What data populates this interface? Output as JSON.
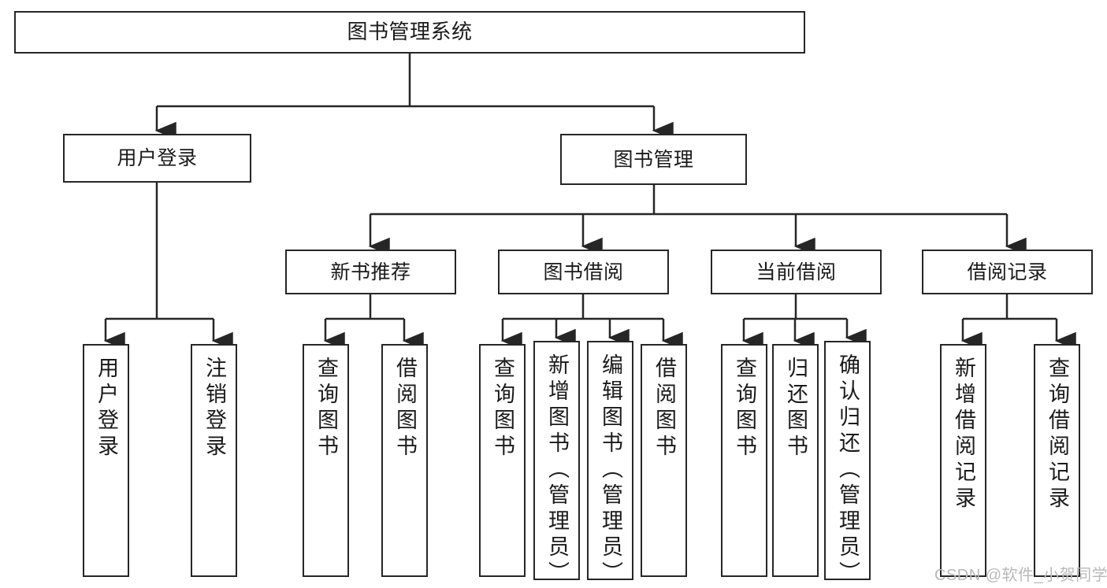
{
  "diagram": {
    "type": "tree",
    "title": "图书管理系统",
    "watermark": "CSDN @软件_小贺同学",
    "colors": {
      "stroke": "#262626",
      "fill": "#ffffff",
      "text": "#1a1a1a",
      "watermark": "#b9b9b9"
    },
    "root": {
      "label": "图书管理系统"
    },
    "level2": [
      {
        "label": "用户登录"
      },
      {
        "label": "图书管理"
      }
    ],
    "level3": [
      {
        "label": "新书推荐"
      },
      {
        "label": "图书借阅"
      },
      {
        "label": "当前借阅"
      },
      {
        "label": "借阅记录"
      }
    ],
    "leaves": {
      "user_login": [
        {
          "label": "用户登录"
        },
        {
          "label": "注销登录"
        }
      ],
      "new_book_recommend": [
        {
          "label": "查询图书"
        },
        {
          "label": "借阅图书"
        }
      ],
      "book_borrow": [
        {
          "label": "查询图书"
        },
        {
          "label": "新增图书（管理员）"
        },
        {
          "label": "编辑图书（管理员）"
        },
        {
          "label": "借阅图书"
        }
      ],
      "current_borrow": [
        {
          "label": "查询图书"
        },
        {
          "label": "归还图书"
        },
        {
          "label": "确认归还（管理员）"
        }
      ],
      "borrow_record": [
        {
          "label": "新增借阅记录"
        },
        {
          "label": "查询借阅记录"
        }
      ]
    }
  }
}
